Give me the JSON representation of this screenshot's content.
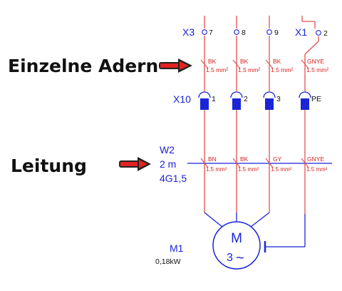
{
  "colors": {
    "wire": "#e05050",
    "blue": "#1b24d6",
    "tag": "#d61f1f",
    "arrow": "#e32222",
    "text": "#111111"
  },
  "callouts": {
    "adern": "Einzelne Adern",
    "leitung": "Leitung"
  },
  "terminals_x3": {
    "label": "X3",
    "pins": [
      "7",
      "8",
      "9"
    ]
  },
  "terminal_x1": {
    "label": "X1",
    "pin": "2"
  },
  "single_wires": [
    {
      "color": "BK",
      "size": "1.5 mm²"
    },
    {
      "color": "BK",
      "size": "1.5 mm²"
    },
    {
      "color": "BK",
      "size": "1.5 mm²"
    },
    {
      "color": "GNYE",
      "size": "1.5 mm²"
    }
  ],
  "connector_x10": {
    "label": "X10",
    "pins": [
      "1",
      "2",
      "3",
      "PE"
    ]
  },
  "cable": {
    "name": "W2",
    "length": "2 m",
    "type": "4G1,5",
    "cores": [
      {
        "color": "BN",
        "size": "1.5 mm²"
      },
      {
        "color": "BK",
        "size": "1.5 mm²"
      },
      {
        "color": "GY",
        "size": "1.5 mm²"
      },
      {
        "color": "GNYE",
        "size": "1.5 mm²"
      }
    ]
  },
  "motor": {
    "name": "M1",
    "power": "0,18kW",
    "symbol": "M",
    "phase": "3",
    "ac_symbol": "~"
  }
}
